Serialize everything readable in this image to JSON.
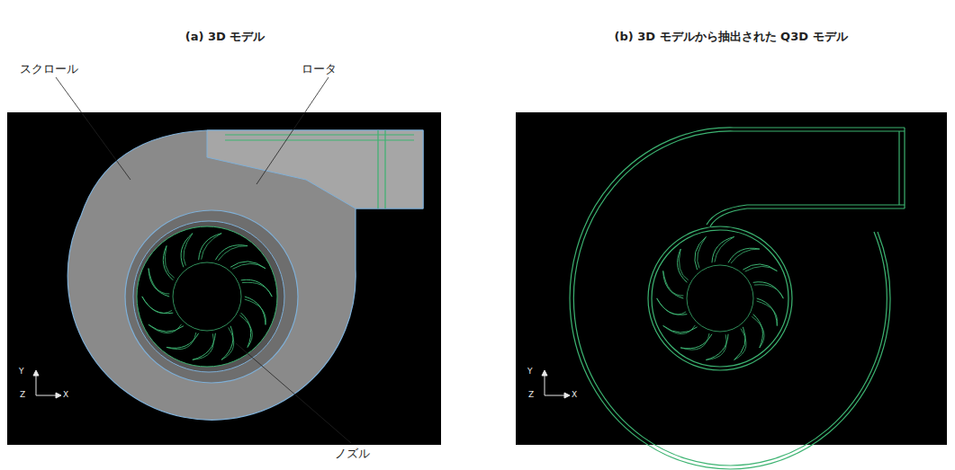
{
  "diagram": {
    "labels": [
      "(a) 3D モデル",
      "(b) 3D モデルから抽出された Q3D モデル",
      "スクロール",
      "ロータ",
      "ノズル",
      "Y",
      "Z",
      "X",
      "Y",
      "Z",
      "X"
    ]
  }
}
